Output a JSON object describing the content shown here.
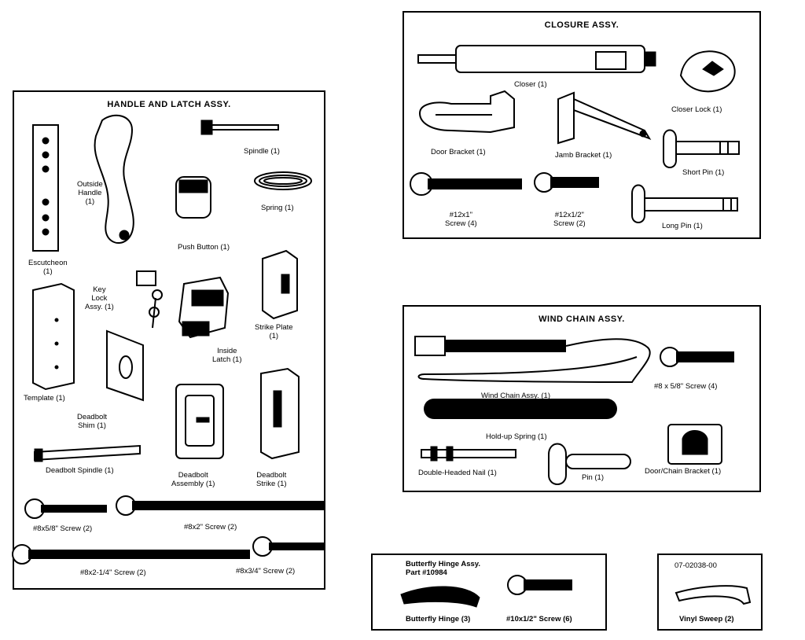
{
  "handle_latch": {
    "title": "HANDLE AND LATCH ASSY.",
    "spindle": "Spindle (1)",
    "outside_handle": [
      "Outside",
      "Handle",
      "(1)"
    ],
    "spring": "Spring (1)",
    "push_button": "Push Button (1)",
    "escutcheon": [
      "Escutcheon",
      "(1)"
    ],
    "key_lock": [
      "Key",
      "Lock",
      "Assy. (1)"
    ],
    "strike_plate": [
      "Strike Plate",
      "(1)"
    ],
    "inside_latch": [
      "Inside",
      "Latch (1)"
    ],
    "template": "Template (1)",
    "deadbolt_shim": [
      "Deadbolt",
      "Shim (1)"
    ],
    "deadbolt_spindle": "Deadbolt Spindle (1)",
    "deadbolt_assembly": [
      "Deadbolt",
      "Assembly (1)"
    ],
    "deadbolt_strike": [
      "Deadbolt",
      "Strike (1)"
    ],
    "screw_8x5_8": "#8x5/8\" Screw (2)",
    "screw_8x2": "#8x2\" Screw (2)",
    "screw_8x2_1_4": "#8x2-1/4\" Screw (2)",
    "screw_8x3_4": "#8x3/4\" Screw (2)"
  },
  "closure": {
    "title": "CLOSURE ASSY.",
    "closer": "Closer (1)",
    "closer_lock": "Closer Lock (1)",
    "door_bracket": "Door Bracket (1)",
    "jamb_bracket": "Jamb Bracket (1)",
    "short_pin": "Short Pin (1)",
    "screw_12x1": [
      "#12x1\"",
      "Screw (4)"
    ],
    "screw_12x1_2": [
      "#12x1/2\"",
      "Screw (2)"
    ],
    "long_pin": "Long Pin (1)"
  },
  "wind_chain": {
    "title": "WIND CHAIN ASSY.",
    "wind_chain": "Wind Chain Assy. (1)",
    "screw_8x5_8": "#8 x 5/8\" Screw (4)",
    "holdup_spring": "Hold-up Spring (1)",
    "double_nail": "Double-Headed Nail (1)",
    "pin": "Pin (1)",
    "door_chain_bracket": "Door/Chain Bracket (1)"
  },
  "butterfly": {
    "title_lines": [
      "Butterfly Hinge Assy.",
      "Part #10984"
    ],
    "hinge": "Butterfly Hinge (3)",
    "screw": "#10x1/2\" Screw (6)"
  },
  "sweep": {
    "part_number": "07-02038-00",
    "label": "Vinyl Sweep (2)"
  }
}
